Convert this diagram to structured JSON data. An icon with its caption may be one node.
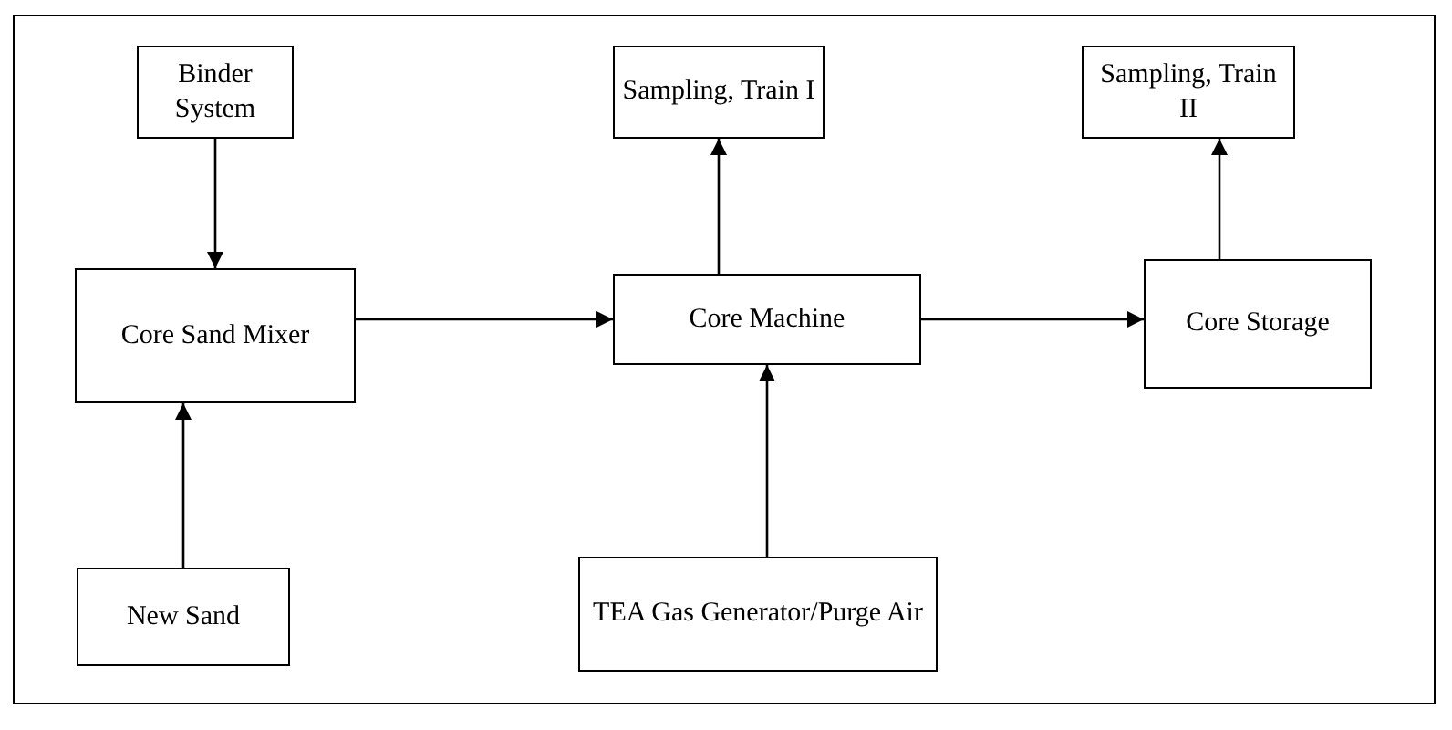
{
  "diagram": {
    "nodes": [
      {
        "text": [
          "Binder System"
        ]
      },
      {
        "text": [
          "Sampling, Train I"
        ]
      },
      {
        "text": [
          "Sampling, Train II"
        ]
      },
      {
        "text": [
          "Core Sand Mixer"
        ]
      },
      {
        "text": [
          "Core Machine"
        ]
      },
      {
        "text": [
          "Core Storage"
        ]
      },
      {
        "text": [
          "New Sand"
        ]
      },
      {
        "text": [
          "TEA Gas Generator/Purge Air"
        ]
      }
    ],
    "edges": [
      {
        "from": 0,
        "to": 3,
        "arrow": "to"
      },
      {
        "from": 6,
        "to": 3,
        "arrow": "to"
      },
      {
        "from": 3,
        "to": 4,
        "arrow": "to"
      },
      {
        "from": 4,
        "to": 1,
        "arrow": "to"
      },
      {
        "from": 7,
        "to": 4,
        "arrow": "to"
      },
      {
        "from": 4,
        "to": 5,
        "arrow": "to"
      },
      {
        "from": 5,
        "to": 2,
        "arrow": "to"
      }
    ]
  }
}
